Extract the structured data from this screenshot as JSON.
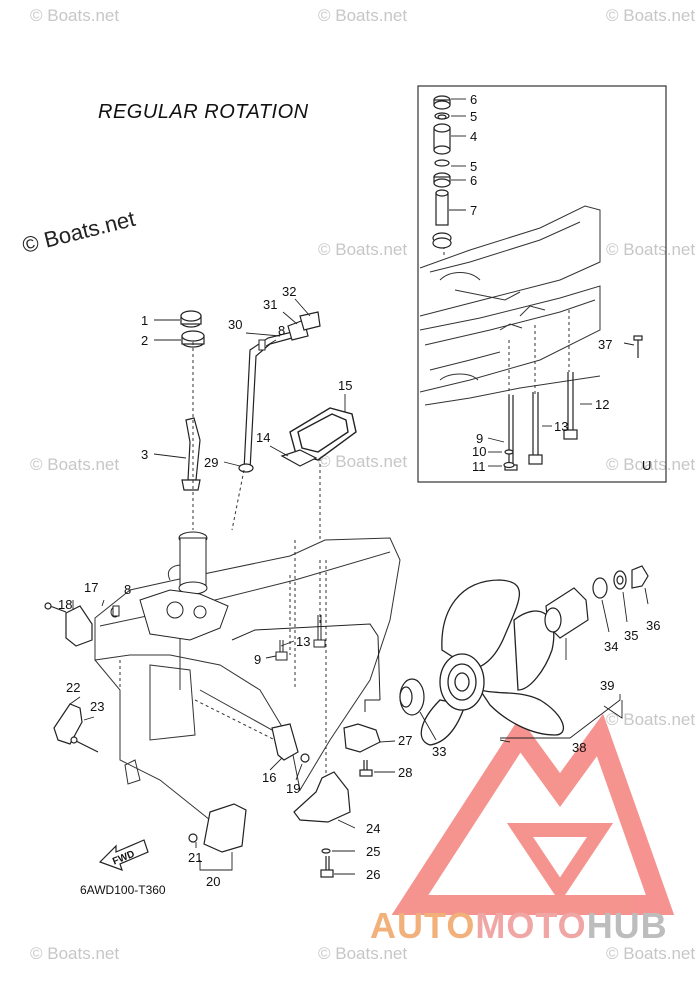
{
  "title": "REGULAR ROTATION",
  "diagram_code": "6AWD100-T360",
  "fwd_label": "FWD",
  "inset_marker": "U",
  "watermark": "© Boats.net",
  "logo": {
    "part1": "AUTO",
    "part2": "MOTO",
    "part3": "HUB"
  },
  "callouts": [
    "6",
    "5",
    "4",
    "5",
    "6",
    "7",
    "12",
    "13",
    "9",
    "10",
    "11",
    "32",
    "31",
    "30",
    "15",
    "14",
    "29",
    "3",
    "1",
    "2",
    "8",
    "18",
    "17",
    "8",
    "13",
    "9",
    "37",
    "36",
    "35",
    "34",
    "39",
    "22",
    "23",
    "27",
    "33",
    "28",
    "16",
    "19",
    "38",
    "24",
    "25",
    "26",
    "21",
    "20"
  ]
}
